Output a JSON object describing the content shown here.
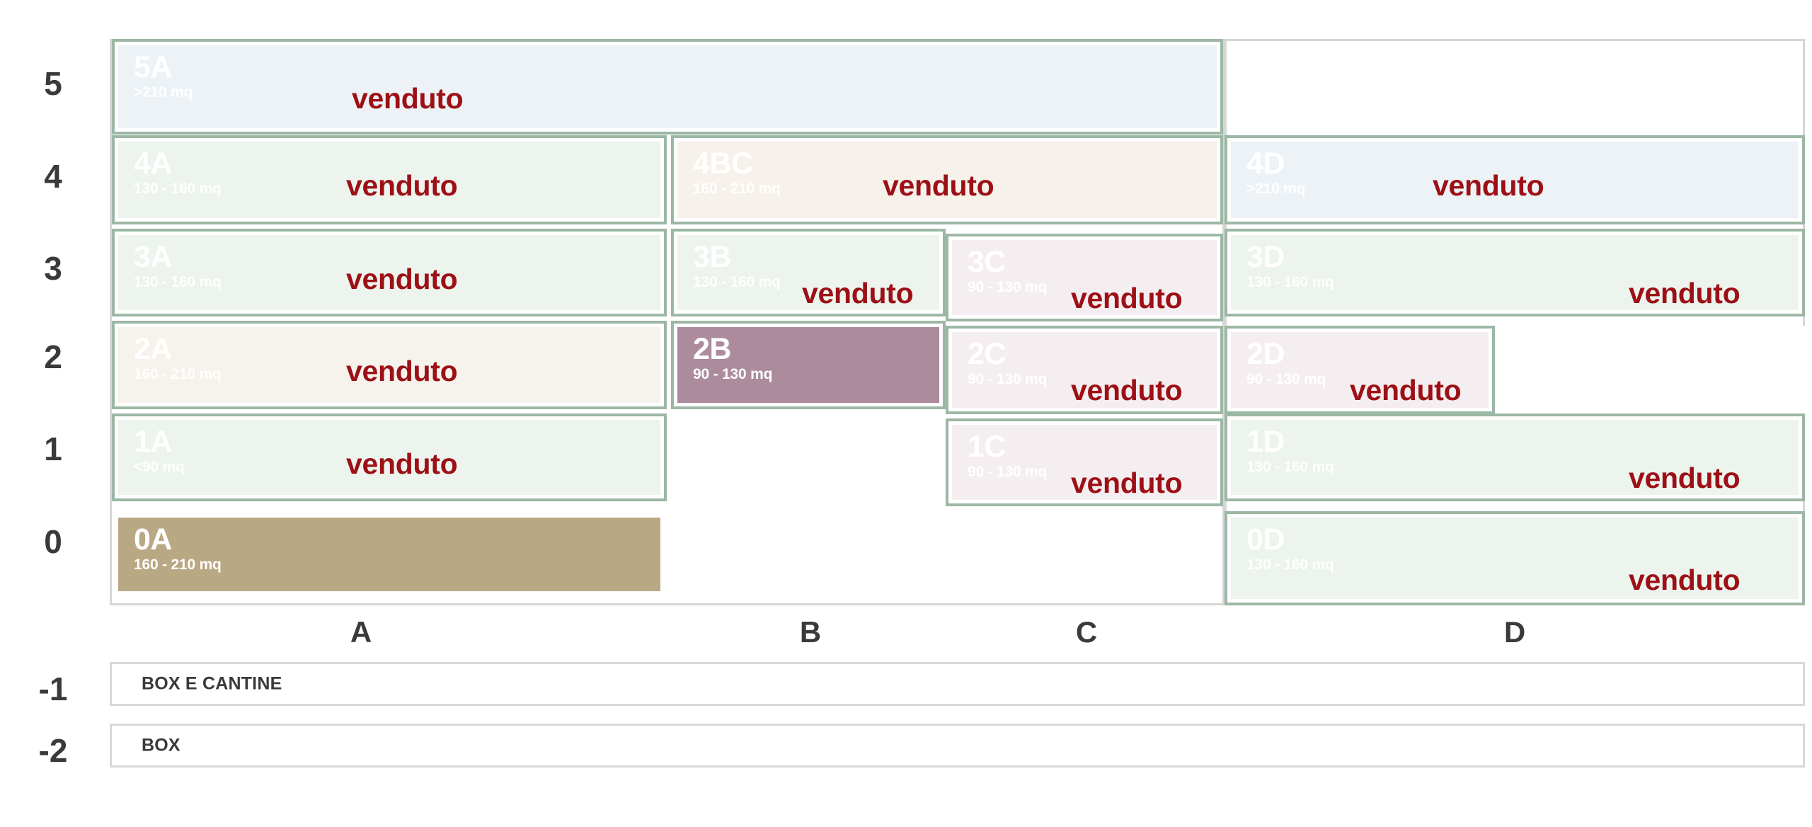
{
  "legend": {
    "status_sold": "venduto",
    "accent_sold_color": "#9c1016",
    "border_color": "#9cb7a4",
    "selected_color": "#ab8b9c",
    "available_color": "#b9a884"
  },
  "axes": {
    "rows": [
      "5",
      "4",
      "3",
      "2",
      "1",
      "0"
    ],
    "basement_rows": [
      "-1",
      "-2"
    ],
    "columns": [
      "A",
      "B",
      "C",
      "D"
    ]
  },
  "units": [
    {
      "code": "5A",
      "size": ">210 mq",
      "status": "venduto",
      "fill": "fill-blue"
    },
    {
      "code": "4A",
      "size": "130 - 160 mq",
      "status": "venduto",
      "fill": "fill-green"
    },
    {
      "code": "4BC",
      "size": "160 - 210 mq",
      "status": "venduto",
      "fill": "fill-cream"
    },
    {
      "code": "4D",
      "size": ">210 mq",
      "status": "venduto",
      "fill": "fill-blue"
    },
    {
      "code": "3A",
      "size": "130 - 160 mq",
      "status": "venduto",
      "fill": "fill-green"
    },
    {
      "code": "3B",
      "size": "130 - 160 mq",
      "status": "venduto",
      "fill": "fill-green"
    },
    {
      "code": "3C",
      "size": "90 - 130 mq",
      "status": "venduto",
      "fill": "fill-pink"
    },
    {
      "code": "3D",
      "size": "130 - 160 mq",
      "status": "venduto",
      "fill": "fill-green"
    },
    {
      "code": "2A",
      "size": "160 - 210 mq",
      "status": "venduto",
      "fill": "fill-beige"
    },
    {
      "code": "2B",
      "size": "90 - 130 mq",
      "status": "",
      "fill": "fill-mauve"
    },
    {
      "code": "2C",
      "size": "90 - 130 mq",
      "status": "venduto",
      "fill": "fill-pink"
    },
    {
      "code": "2D",
      "size": "90 - 130 mq",
      "status": "venduto",
      "fill": "fill-pink"
    },
    {
      "code": "1A",
      "size": "<90 mq",
      "status": "venduto",
      "fill": "fill-green"
    },
    {
      "code": "1C",
      "size": "90 - 130 mq",
      "status": "venduto",
      "fill": "fill-pink"
    },
    {
      "code": "1D",
      "size": "130 - 160 mq",
      "status": "venduto",
      "fill": "fill-green"
    },
    {
      "code": "0A",
      "size": "160 - 210 mq",
      "status": "",
      "fill": "fill-tan"
    },
    {
      "code": "0D",
      "size": "130 - 160 mq",
      "status": "venduto",
      "fill": "fill-green"
    }
  ],
  "basement": [
    {
      "label": "BOX E CANTINE"
    },
    {
      "label": "BOX"
    }
  ]
}
